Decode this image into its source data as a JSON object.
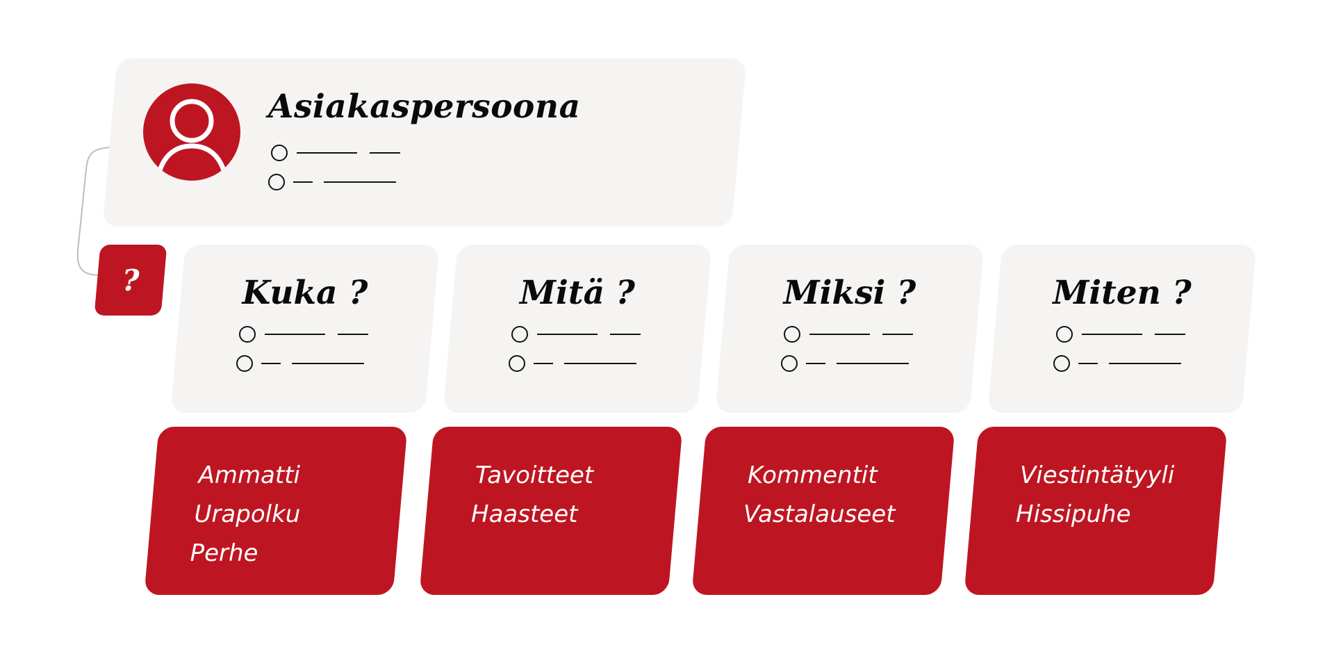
{
  "header": {
    "title": "Asiakaspersoona",
    "icon": "user-icon"
  },
  "badge": {
    "label": "?"
  },
  "questions": [
    {
      "title": "Kuka ?"
    },
    {
      "title": "Mitä ?"
    },
    {
      "title": "Miksi ?"
    },
    {
      "title": "Miten ?"
    }
  ],
  "details": [
    {
      "items": [
        "Ammatti",
        "Urapolku",
        "Perhe"
      ]
    },
    {
      "items": [
        "Tavoitteet",
        "Haasteet"
      ]
    },
    {
      "items": [
        "Kommentit",
        "Vastalauseet"
      ]
    },
    {
      "items": [
        "Viestintätyyli",
        "Hissipuhe"
      ]
    }
  ],
  "colors": {
    "accent": "#bd1622",
    "card": "#f5f4f2",
    "text": "#0a0a0a"
  }
}
